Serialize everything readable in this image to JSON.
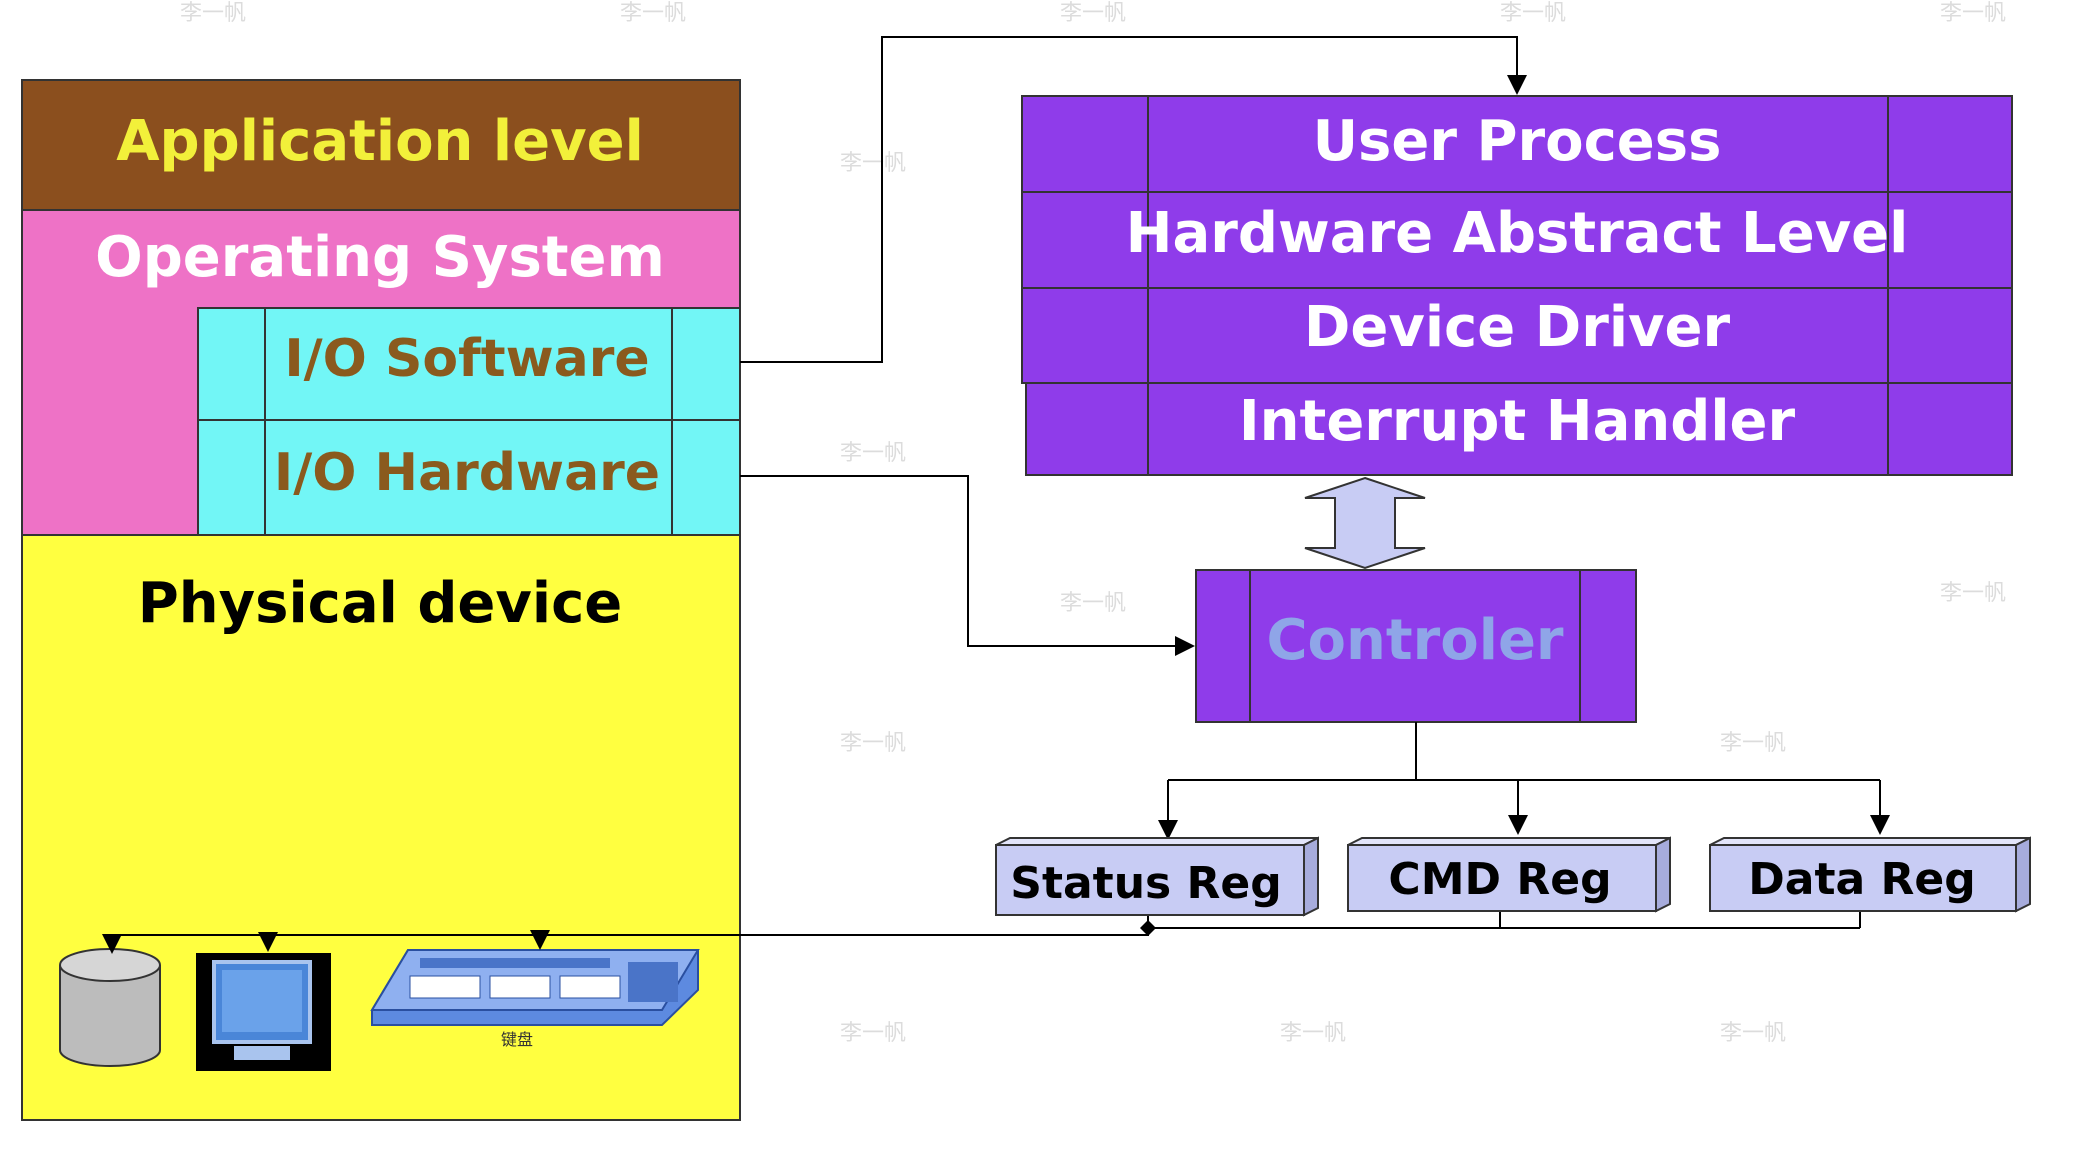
{
  "left_stack": {
    "application": "Application level",
    "os": "Operating System",
    "io_software": "I/O Software",
    "io_hardware": "I/O Hardware",
    "physical": "Physical device",
    "keyboard_caption": "键盘"
  },
  "right_stack": {
    "user_process": "User Process",
    "hal": "Hardware Abstract Level",
    "driver": "Device Driver",
    "interrupt": "Interrupt Handler"
  },
  "controller": {
    "label": "Controler"
  },
  "registers": {
    "status": "Status Reg",
    "cmd": "CMD Reg",
    "data": "Data Reg"
  },
  "watermark": "李一帆",
  "colors": {
    "application_bg": "#8B4F1E",
    "application_text": "#F2F03A",
    "os_bg": "#EE72C6",
    "io_bg": "#72F6F6",
    "io_text": "#8A5A1E",
    "physical_bg": "#FFFF40",
    "process_bg": "#8F3CEA",
    "controller_text": "#8FA5E8",
    "register_bg": "#C8CCF4"
  }
}
